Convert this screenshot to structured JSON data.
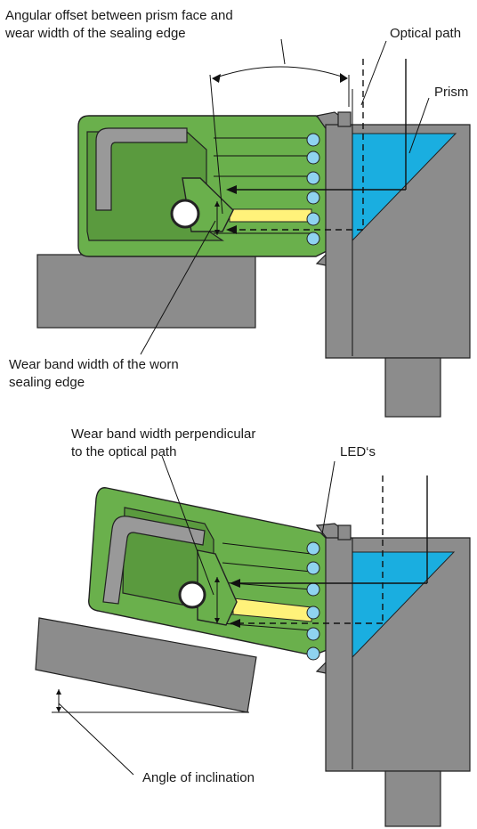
{
  "labels": {
    "angular_offset_1": "Angular offset between prism face and",
    "angular_offset_2": "wear width of the sealing edge",
    "optical_path": "Optical path",
    "prism": "Prism",
    "wear_band_worn_1": "Wear band width of the worn",
    "wear_band_worn_2": "sealing edge",
    "wear_band_perp_1": "Wear band width perpendicular",
    "wear_band_perp_2": "to the optical path",
    "leds": "LED‘s",
    "angle_inclination": "Angle of inclination"
  },
  "colors": {
    "seal_green": "#6ab04c",
    "housing_grey": "#8c8c8c",
    "prism_blue": "#1aaee0",
    "led_light_blue": "#8fd3f0",
    "wear_yellow": "#fff27a"
  }
}
